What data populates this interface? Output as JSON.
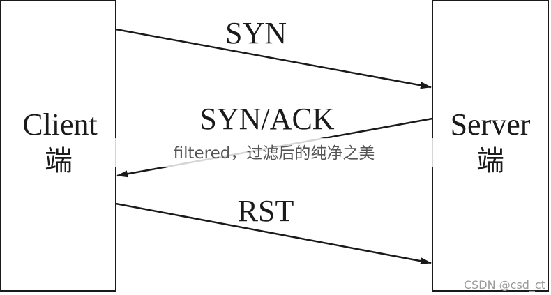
{
  "diagram": {
    "client": {
      "label": "Client",
      "sub": "端"
    },
    "server": {
      "label": "Server",
      "sub": "端"
    },
    "messages": [
      {
        "label": "SYN",
        "direction": "client-to-server"
      },
      {
        "label": "SYN/ACK",
        "direction": "server-to-client"
      },
      {
        "label": "RST",
        "direction": "client-to-server"
      }
    ],
    "stroke_color": "#1a1a1a"
  },
  "caption": {
    "text": "filtered，过滤后的纯净之美"
  },
  "watermark": {
    "text": "CSDN @csd_ct"
  }
}
